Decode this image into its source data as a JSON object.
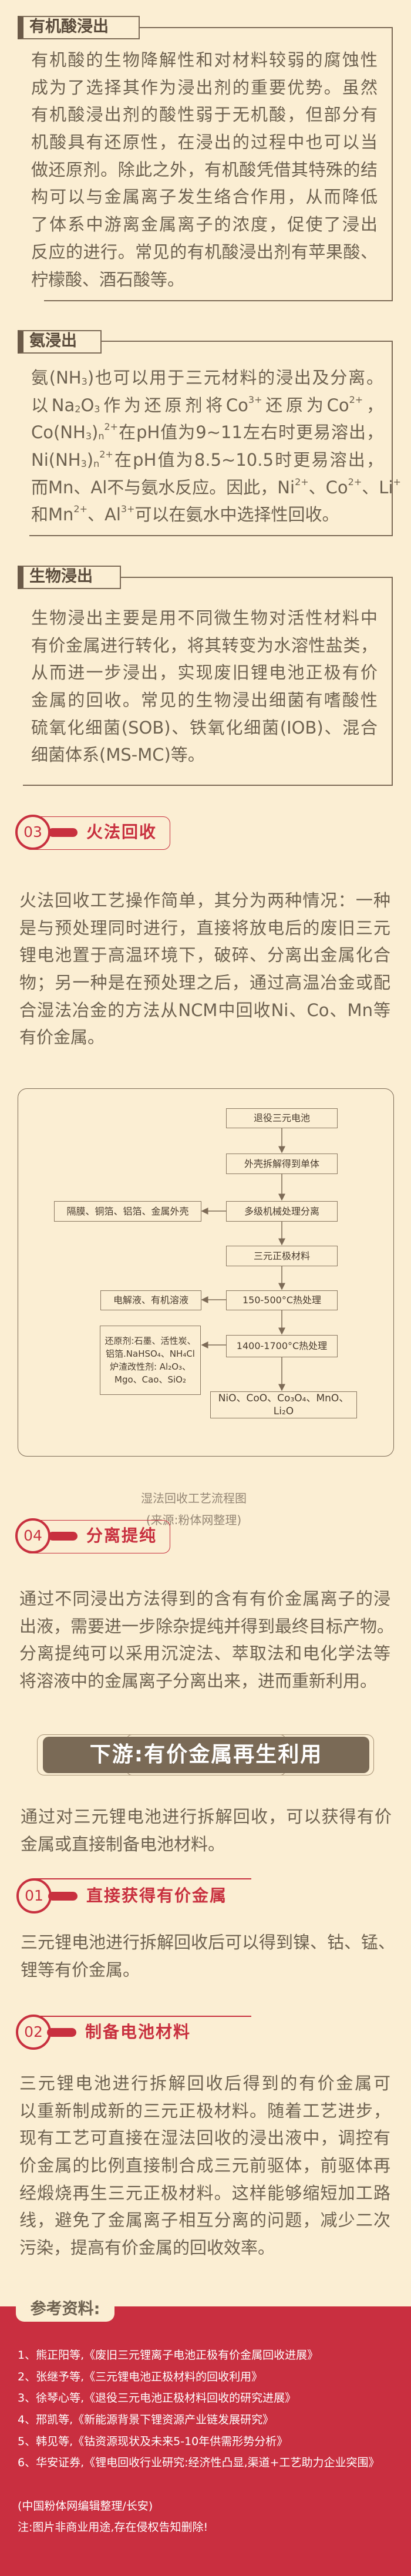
{
  "organic_acid": {
    "title": "有机酸浸出",
    "lines": [
      [
        "有机酸的生物降解性和对材料较弱的腐蚀性"
      ],
      [
        "成为了选择其作为浸出剂的重要优势。虽然"
      ],
      [
        "有机酸浸出剂的酸性弱于无机酸，但部分有"
      ],
      [
        "机酸具有还原性，在浸出的过程中也可以当"
      ],
      [
        "做还原剂。除此之外，有机酸凭借其特殊的结"
      ],
      [
        "构可以与金属离子发生络合作用，从而降低"
      ],
      [
        "了体系中游离金属离子的浓度，促使了浸出"
      ],
      [
        "反应的进行。常见的有机酸浸出剂有苹果酸、"
      ],
      [
        "柠檬酸、酒石酸等。"
      ]
    ]
  },
  "ammonia": {
    "title": "氨浸出",
    "lines": [
      [
        "氨(NH",
        {
          "sub": "3"
        },
        ")也可以用于三元材料的浸出及分离。"
      ],
      [
        "以Na",
        {
          "sub": "2"
        },
        "O",
        {
          "sub": "3"
        },
        "作为还原剂将Co",
        {
          "sup": "3+"
        },
        "还原为Co",
        {
          "sup": "2+"
        },
        "，"
      ],
      [
        "Co(NH",
        {
          "sub": "3"
        },
        ")",
        {
          "sub": "n"
        },
        {
          "sup": "2+"
        },
        "在pH值为9~11左右时更易溶出，"
      ],
      [
        "Ni(NH",
        {
          "sub": "3"
        },
        ")",
        {
          "sub": "n"
        },
        {
          "sup": "2+"
        },
        "在pH值为8.5~10.5时更易溶出，"
      ],
      [
        "而Mn、Al不与氨水反应。因此，Ni",
        {
          "sup": "2+"
        },
        "、Co",
        {
          "sup": "2+"
        },
        "、Li",
        {
          "sup": "+"
        }
      ],
      [
        "和Mn",
        {
          "sup": "2+"
        },
        "、Al",
        {
          "sup": "3+"
        },
        "可以在氨水中选择性回收。"
      ]
    ]
  },
  "bio": {
    "title": "生物浸出",
    "lines": [
      [
        "生物浸出主要是用不同微生物对活性材料中"
      ],
      [
        "有价金属进行转化，将其转变为水溶性盐类，"
      ],
      [
        "从而进一步浸出，实现废旧锂电池正极有价"
      ],
      [
        "金属的回收。常见的生物浸出细菌有嗜酸性"
      ],
      [
        "硫氧化细菌(SOB)、铁氧化细菌(IOB)、混合"
      ],
      [
        "细菌体系(MS-MC)等。"
      ]
    ]
  },
  "pyro": {
    "number": "03",
    "title": "火法回收",
    "lines": [
      [
        "火法回收工艺操作简单，其分为两种情况：一种"
      ],
      [
        "是与预处理同时进行，直接将放电后的废旧三元"
      ],
      [
        "锂电池置于高温环境下，破碎、分离出金属化合"
      ],
      [
        "物；另一种是在预处理之后，通过高温冶金或配"
      ],
      [
        "合湿法冶金的方法从NCM中回收Ni、Co、Mn等"
      ],
      [
        "有价金属。"
      ]
    ]
  },
  "flowchart": {
    "main": [
      "退役三元电池",
      "外壳拆解得到单体",
      "多级机械处理分离",
      "三元正极材料",
      "150-500°C热处理",
      "1400-1700°C热处理",
      "NiO、CoO、Co₃O₄、MnO、Li₂O"
    ],
    "side_1": "隔膜、铜箔、铝箔、金属外壳",
    "side_2": "电解液、有机溶液",
    "side_3": [
      "还原剂:石墨、活性炭、",
      "铝箔.NaHSO₄、NH₄Cl",
      "炉渣改性剂: Al₂O₃、",
      "Mgo、Cao、SiO₂"
    ],
    "caption_1": "湿法回收工艺流程图",
    "caption_2": "(来源:粉体网整理)"
  },
  "separation": {
    "number": "04",
    "title": "分离提纯",
    "lines": [
      [
        "通过不同浸出方法得到的含有有价金属离子的浸"
      ],
      [
        "出液，需要进一步除杂提纯并得到最终目标产物。"
      ],
      [
        "分离提纯可以采用沉淀法、萃取法和电化学法等"
      ],
      [
        "将溶液中的金属离子分离出来，进而重新利用。"
      ]
    ]
  },
  "downstream": {
    "banner": "下游:有价金属再生利用",
    "intro_lines": [
      [
        "通过对三元锂电池进行拆解回收，可以获得有价"
      ],
      [
        "金属或直接制备电池材料。"
      ]
    ],
    "direct": {
      "number": "01",
      "title": "直接获得有价金属",
      "lines": [
        [
          "三元锂电池进行拆解回收后可以得到镍、钴、锰、"
        ],
        [
          "锂等有价金属。"
        ]
      ]
    },
    "materials": {
      "number": "02",
      "title": "制备电池材料",
      "lines": [
        [
          "三元锂电池进行拆解回收后得到的有价金属可"
        ],
        [
          "以重新制成新的三元正极材料。随着工艺进步，"
        ],
        [
          "现有工艺可直接在湿法回收的浸出液中，调控有"
        ],
        [
          "价金属的比例直接制合成三元前驱体，前驱体再"
        ],
        [
          "经煅烧再生三元正极材料。这样能够缩短加工路"
        ],
        [
          "线，避免了金属离子相互分离的问题，减少二次"
        ],
        [
          "污染，提高有价金属的回收效率。"
        ]
      ]
    }
  },
  "references": {
    "title": "参考资料:",
    "items": [
      "1、熊正阳等,《废旧三元锂离子电池正极有价金属回收进展》",
      "2、张继予等,《三元锂电池正极材料的回收利用》",
      "3、徐琴心等,《退役三元电池正极材料回收的研究进展》",
      "4、邢凯等,《新能源背景下锂资源产业链发展研究》",
      "5、韩见等,《钴资源现状及未来5-10年供需形势分析》",
      "6、华安证券,《锂电回收行业研究:经济性凸显,渠道+工艺助力企业突围》"
    ],
    "editor": "(中国粉体网编辑整理/长安)",
    "note": "注:图片非商业用途,存在侵权告知删除!"
  },
  "colors": {
    "background": "#fbeed3",
    "text": "#6e6250",
    "accent_red": "#c8303f",
    "header_brown": "#6b5a48"
  }
}
